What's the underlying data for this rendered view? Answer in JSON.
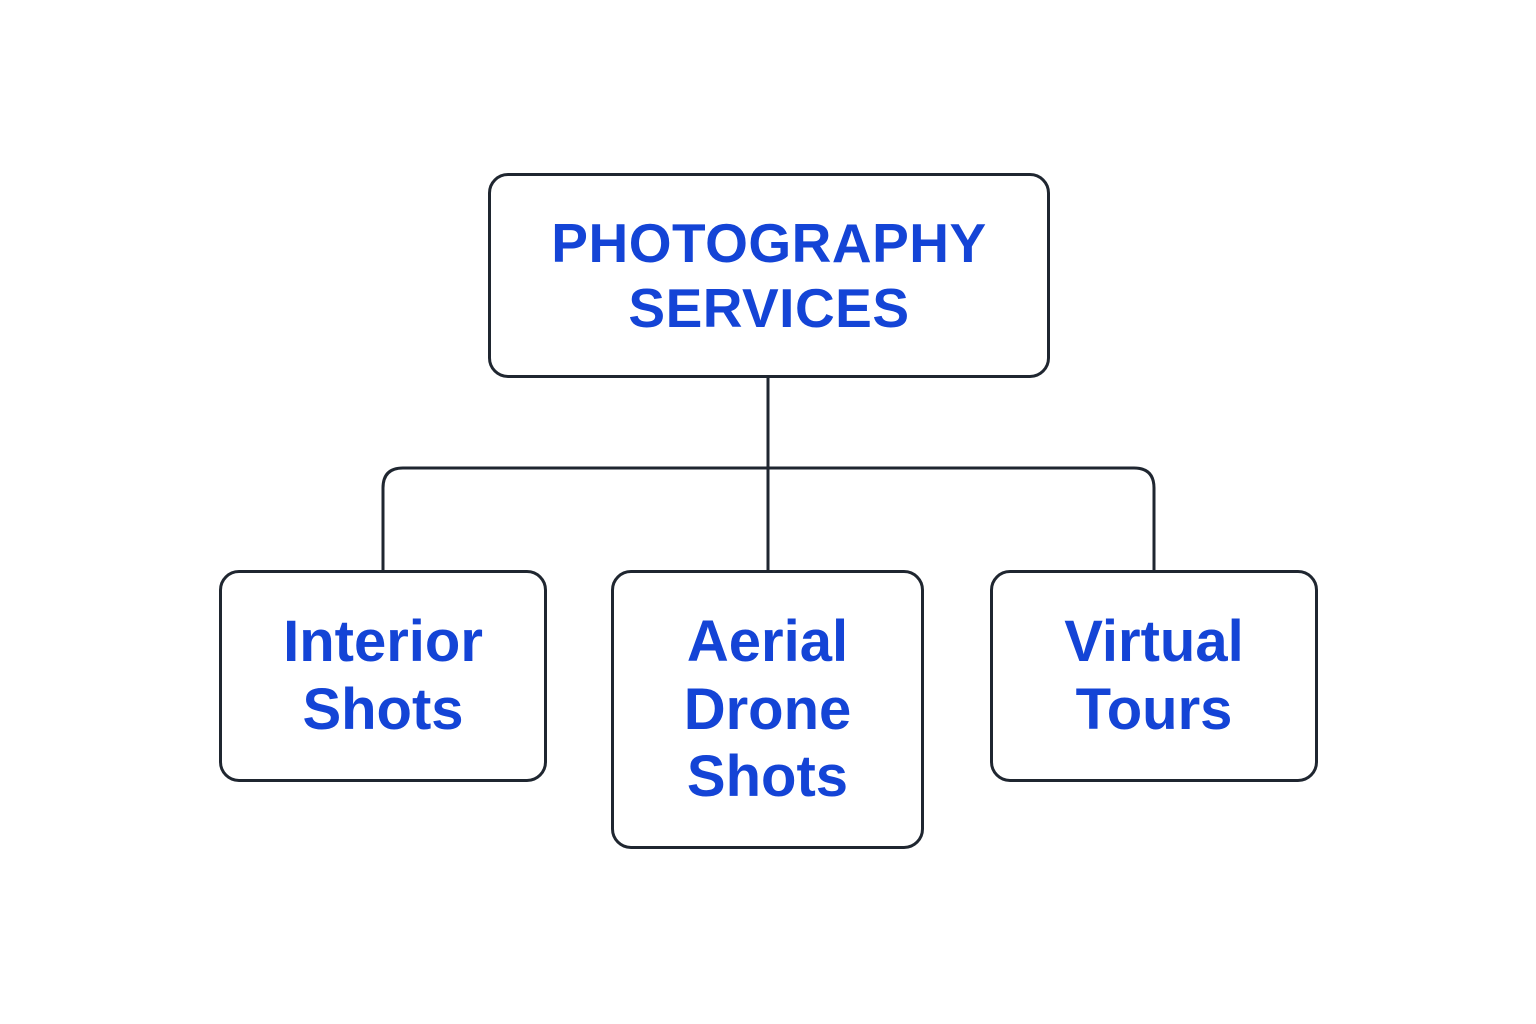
{
  "colors": {
    "label_text": "#1444d6",
    "box_border": "#1f2630",
    "connector": "#1f2630",
    "background": "#ffffff"
  },
  "diagram": {
    "root": {
      "label": "PHOTOGRAPHY\nSERVICES"
    },
    "children": [
      {
        "label": "Interior\nShots"
      },
      {
        "label": "Aerial\nDrone\nShots"
      },
      {
        "label": "Virtual\nTours"
      }
    ]
  }
}
